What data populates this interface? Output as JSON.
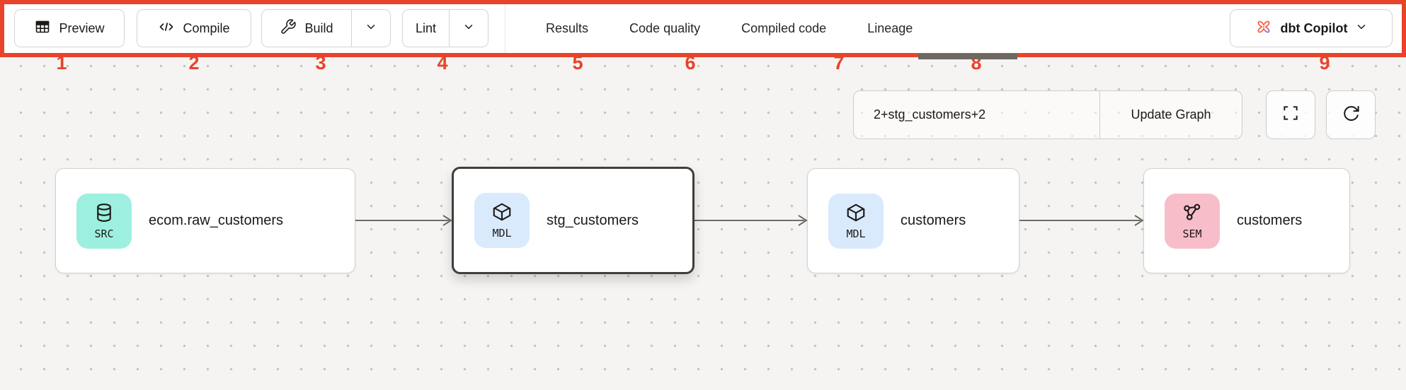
{
  "annotation": {
    "highlight_color": "#e8432b",
    "callout_numbers": [
      "1",
      "2",
      "3",
      "4",
      "5",
      "6",
      "7",
      "8",
      "9"
    ]
  },
  "toolbar": {
    "action_buttons": [
      {
        "label": "Preview",
        "icon": "table-icon",
        "has_dropdown": false
      },
      {
        "label": "Compile",
        "icon": "code-icon",
        "has_dropdown": false
      },
      {
        "label": "Build",
        "icon": "wrench-icon",
        "has_dropdown": true
      },
      {
        "label": "Lint",
        "icon": null,
        "has_dropdown": true
      }
    ],
    "tabs": [
      {
        "label": "Results",
        "active": false
      },
      {
        "label": "Code quality",
        "active": false
      },
      {
        "label": "Compiled code",
        "active": false
      },
      {
        "label": "Lineage",
        "active": true
      }
    ],
    "copilot_button": {
      "label": "dbt Copilot",
      "icon": "dbt-logo-icon"
    }
  },
  "lineage": {
    "selector": {
      "value": "2+stg_customers+2",
      "update_button_label": "Update Graph"
    },
    "nodes": [
      {
        "badge": "SRC",
        "label": "ecom.raw_customers",
        "type": "source",
        "badge_color": "#9df0e0",
        "selected": false
      },
      {
        "badge": "MDL",
        "label": "stg_customers",
        "type": "model",
        "badge_color": "#d9eafd",
        "selected": true
      },
      {
        "badge": "MDL",
        "label": "customers",
        "type": "model",
        "badge_color": "#d9eafd",
        "selected": false
      },
      {
        "badge": "SEM",
        "label": "customers",
        "type": "semantic_model",
        "badge_color": "#f7bdc9",
        "selected": false
      }
    ],
    "edges": [
      {
        "from": "ecom.raw_customers",
        "to": "stg_customers"
      },
      {
        "from": "stg_customers",
        "to": "customers"
      },
      {
        "from": "customers",
        "to": "customers"
      }
    ]
  }
}
